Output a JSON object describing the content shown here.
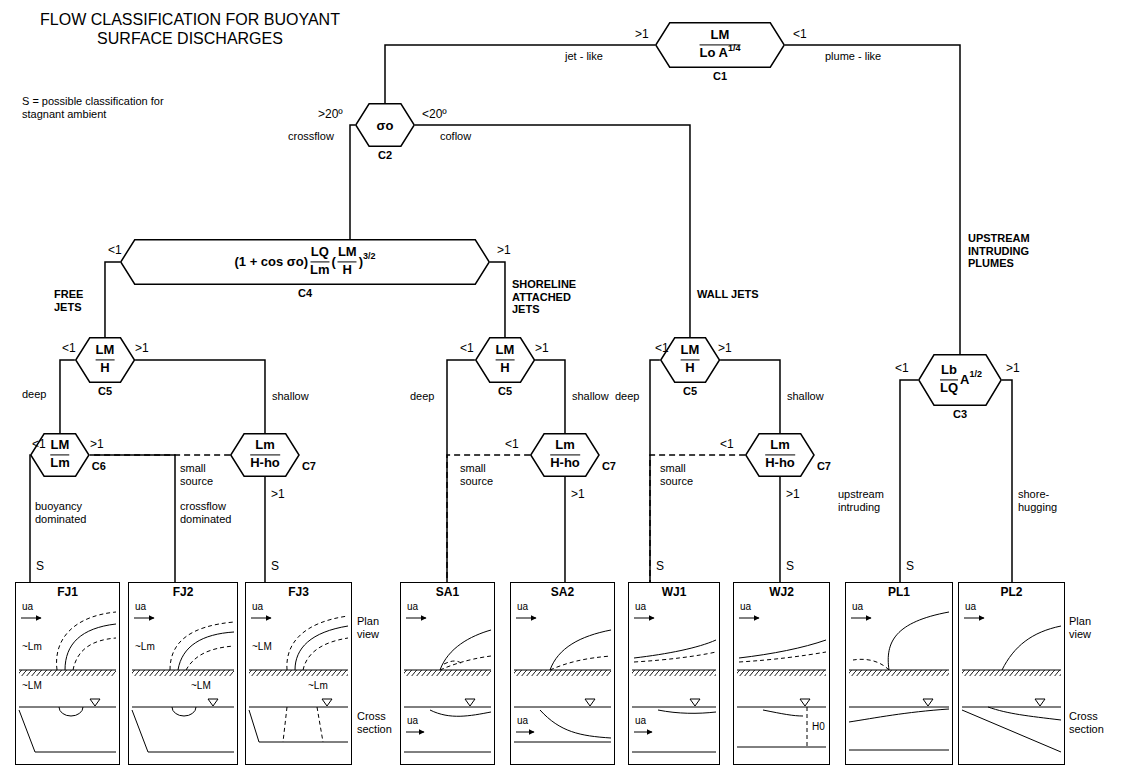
{
  "diagram": {
    "title": "FLOW CLASSIFICATION FOR BUOYANT SURFACE DISCHARGES",
    "nodes": [
      {
        "text": [
          "LM",
          "Lo A",
          "1/4",
          "C1"
        ]
      },
      {
        "text": [
          "σo",
          "C2"
        ]
      },
      {
        "text": [
          "(1 + cos σo)",
          "LQ",
          "Lm",
          "(",
          "LM",
          "H",
          ")",
          "3/2",
          "C4"
        ]
      },
      {
        "text": [
          "LM",
          "H",
          "C5"
        ]
      },
      {
        "text": [
          "LM",
          "H",
          "C5"
        ]
      },
      {
        "text": [
          "LM",
          "H",
          "C5"
        ]
      },
      {
        "text": [
          "Lb",
          "LQ",
          "A",
          "1/2",
          "C3"
        ]
      },
      {
        "text": [
          "LM",
          "Lm",
          "C6"
        ]
      },
      {
        "text": [
          "Lm",
          "H-ho",
          "C7"
        ]
      },
      {
        "text": [
          "Lm",
          "H-ho",
          "C7"
        ]
      },
      {
        "text": [
          "Lm",
          "H-ho",
          "C7"
        ]
      },
      {
        "text": [
          "FJ1",
          "ua",
          "~Lm",
          "~LM"
        ]
      },
      {
        "text": [
          "FJ2",
          "ua",
          "~Lm",
          "~LM"
        ]
      },
      {
        "text": [
          "FJ3",
          "ua",
          "~LM",
          "~Lm"
        ]
      },
      {
        "text": [
          "SA1",
          "ua",
          "ua"
        ]
      },
      {
        "text": [
          "SA2",
          "ua",
          "ua"
        ]
      },
      {
        "text": [
          "WJ1",
          "ua",
          "ua"
        ]
      },
      {
        "text": [
          "WJ2",
          "ua",
          "H0"
        ]
      },
      {
        "text": [
          "PL1",
          "ua"
        ]
      },
      {
        "text": [
          "PL2",
          "ua"
        ]
      }
    ],
    "edges": [
      {
        "from": 0,
        "to": 1,
        "arrow": "none",
        "label": "jet - like"
      },
      {
        "from": 0,
        "to": 6,
        "arrow": "none",
        "label": "plume - like"
      },
      {
        "from": 1,
        "to": 2,
        "arrow": "none",
        "label": "crossflow"
      },
      {
        "from": 1,
        "to": 5,
        "arrow": "none",
        "label": "coflow"
      },
      {
        "from": 2,
        "to": 3,
        "arrow": "none",
        "label": "FREE JETS"
      },
      {
        "from": 2,
        "to": 4,
        "arrow": "none",
        "label": "SHORELINE ATTACHED JETS"
      },
      {
        "from": 3,
        "to": 7,
        "arrow": "none",
        "label": "deep"
      },
      {
        "from": 3,
        "to": 8,
        "arrow": "none",
        "label": "shallow"
      },
      {
        "from": 4,
        "to": 14,
        "arrow": "none",
        "label": "deep"
      },
      {
        "from": 4,
        "to": 9,
        "arrow": "none",
        "label": "shallow"
      },
      {
        "from": 5,
        "to": 16,
        "arrow": "none",
        "label": "deep"
      },
      {
        "from": 5,
        "to": 10,
        "arrow": "none",
        "label": "shallow"
      },
      {
        "from": 6,
        "to": 18,
        "arrow": "none",
        "label": "upstream intruding"
      },
      {
        "from": 6,
        "to": 19,
        "arrow": "none",
        "label": "shore- hugging"
      },
      {
        "from": 7,
        "to": 11,
        "arrow": "none",
        "label": "buoyancy dominated"
      },
      {
        "from": 7,
        "to": 12,
        "arrow": "none",
        "label": "crossflow dominated"
      },
      {
        "from": 8,
        "to": 7,
        "arrow": "none",
        "label": "small source"
      },
      {
        "from": 8,
        "to": 13,
        "arrow": "none"
      },
      {
        "from": 9,
        "to": 14,
        "arrow": "none",
        "label": "small source"
      },
      {
        "from": 9,
        "to": 15,
        "arrow": "none"
      },
      {
        "from": 10,
        "to": 16,
        "arrow": "none",
        "label": "small source"
      },
      {
        "from": 10,
        "to": 17,
        "arrow": "none"
      }
    ],
    "labels": [
      "S = possible classification for stagnant ambient",
      ">1",
      "<1",
      ">20º",
      "<20º",
      "WALL JETS",
      "UPSTREAM INTRUDING PLUMES",
      "<1",
      ">1",
      "<1",
      ">1",
      "<1",
      ">1",
      "<1",
      ">1",
      "<1",
      ">1",
      "<1",
      ">1",
      ">1",
      "<1",
      ">1",
      "<1",
      ">1",
      "S",
      "S",
      "S",
      "S",
      "S",
      "Plan view",
      "Cross section",
      "Plan view",
      "Cross section"
    ]
  }
}
